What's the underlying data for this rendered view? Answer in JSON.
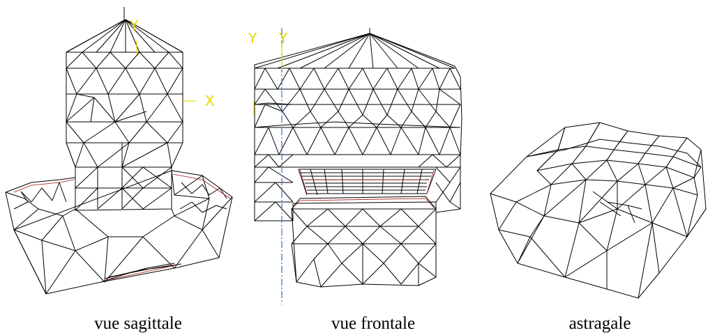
{
  "captions": {
    "sagittal": "vue sagittale",
    "frontal": "vue frontale",
    "talus": "astragale"
  },
  "axis_labels": {
    "y": "Y",
    "x": "X"
  },
  "colors": {
    "mesh": "#000000",
    "mesh_edge": "#a01010",
    "axis": "#e8d800",
    "center_line": "#3a7bd5",
    "background": "#ffffff"
  }
}
